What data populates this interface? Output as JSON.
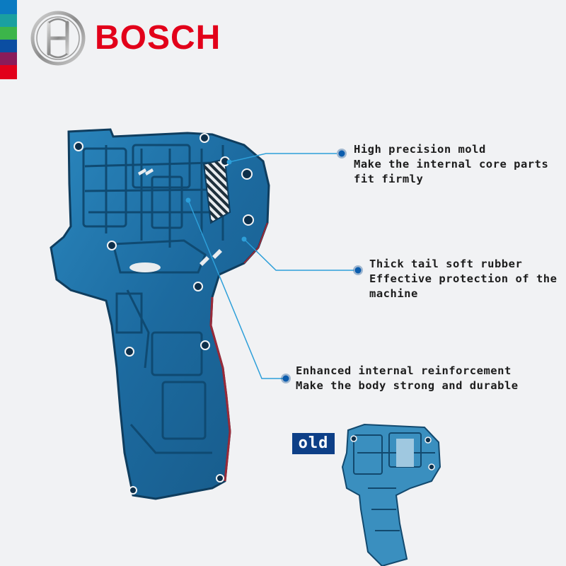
{
  "brand": {
    "name": "BOSCH",
    "logo_icon": "bosch-armature-icon",
    "accent_color": "#e2001a",
    "stripe_colors": [
      "#0b7bc1",
      "#1aa0a0",
      "#3cb54a",
      "#0b4ea2",
      "#8a1c5a",
      "#e2001a"
    ]
  },
  "image": {
    "subject": "drill-housing-half-icon",
    "housing_color": "#1f6fa3",
    "callout_color": "#2d9fd9"
  },
  "callouts": [
    {
      "line1": "High precision mold",
      "line2": "Make the internal core parts",
      "line3": "fit firmly"
    },
    {
      "line1": "Thick tail soft rubber",
      "line2": "Effective protection of the",
      "line3": "machine"
    },
    {
      "line1": "Enhanced internal reinforcement",
      "line2": "Make the body strong and durable"
    }
  ],
  "comparison": {
    "badge_label": "old",
    "badge_color": "#0d3f87"
  }
}
